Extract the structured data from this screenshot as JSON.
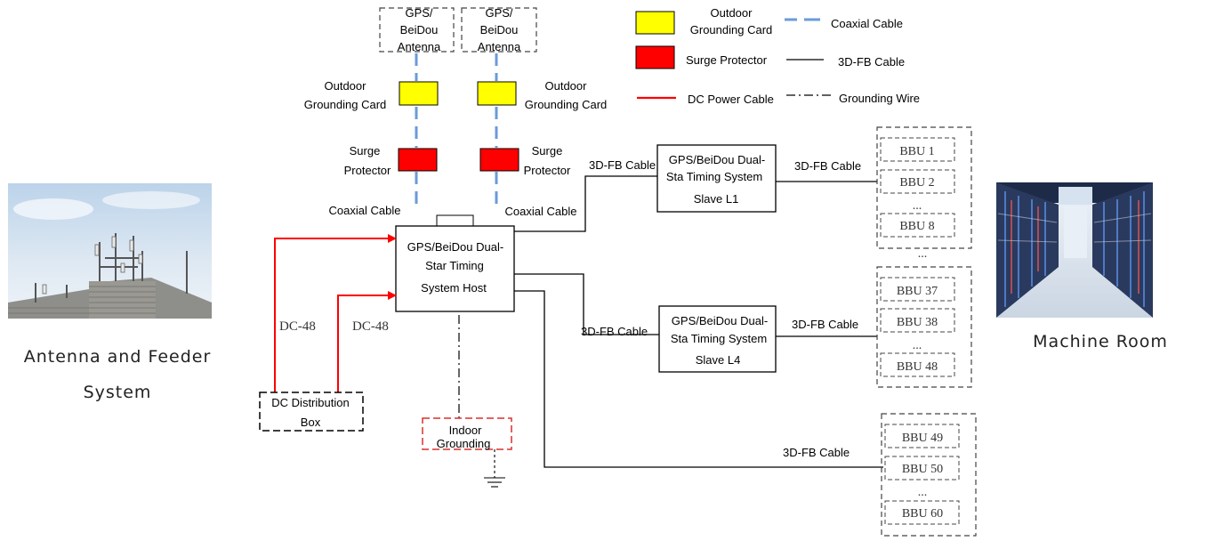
{
  "legend": {
    "grounding_card": "Outdoor Grounding Card",
    "grounding_card_line1": "Outdoor",
    "grounding_card_line2": "Grounding Card",
    "surge_protector": "Surge Protector",
    "dc_power_cable": "DC Power Cable",
    "coaxial_cable": "Coaxial Cable",
    "fb_cable": "3D-FB Cable",
    "grounding_wire": "Grounding Wire",
    "colors": {
      "grounding_card": "#ffff00",
      "surge_protector": "#ff0000",
      "dc_power": "#ff0000",
      "coaxial": "#6a9bd8"
    }
  },
  "antennas": [
    {
      "line1": "GPS/",
      "line2": "BeiDou",
      "line3": "Antenna"
    },
    {
      "line1": "GPS/",
      "line2": "BeiDou",
      "line3": "Antenna"
    }
  ],
  "left_chain": {
    "grounding_line1": "Outdoor",
    "grounding_line2": "Grounding Card",
    "surge_line1": "Surge",
    "surge_line2": "Protector",
    "coax": "Coaxial Cable"
  },
  "right_chain": {
    "grounding_line1": "Outdoor",
    "grounding_line2": "Grounding Card",
    "surge_line1": "Surge",
    "surge_line2": "Protector",
    "coax": "Coaxial Cable"
  },
  "host": {
    "line1": "GPS/BeiDou Dual-",
    "line2": "Star Timing",
    "line3": "System Host"
  },
  "slave_l1": {
    "line1": "GPS/BeiDou Dual-",
    "line2": "Sta Timing System",
    "line3": "Slave L1"
  },
  "slave_l4": {
    "line1": "GPS/BeiDou Dual-",
    "line2": "Sta Timing System",
    "line3": "Slave L4"
  },
  "cables": {
    "host_to_l1": "3D-FB Cable",
    "l1_to_bbu": "3D-FB Cable",
    "host_to_l4": "3D-FB Cable",
    "l4_to_bbu": "3D-FB Cable",
    "host_to_bbu50": "3D-FB Cable"
  },
  "dc": {
    "left": "DC-48",
    "right": "DC-48",
    "box_line1": "DC Distribution",
    "box_line2": "Box"
  },
  "indoor_grounding": {
    "line1": "Indoor",
    "line2": "Grounding"
  },
  "bbu_group1": [
    "BBU 1",
    "BBU 2",
    "...",
    "BBU 8"
  ],
  "bbu_between": "...",
  "bbu_group2": [
    "BBU 37",
    "BBU 38",
    "...",
    "BBU 48"
  ],
  "bbu_group3": [
    "BBU 49",
    "BBU 50",
    "...",
    "BBU 60"
  ],
  "captions": {
    "left_line1": "Antenna and Feeder",
    "left_line2": "System",
    "right": "Machine Room"
  }
}
